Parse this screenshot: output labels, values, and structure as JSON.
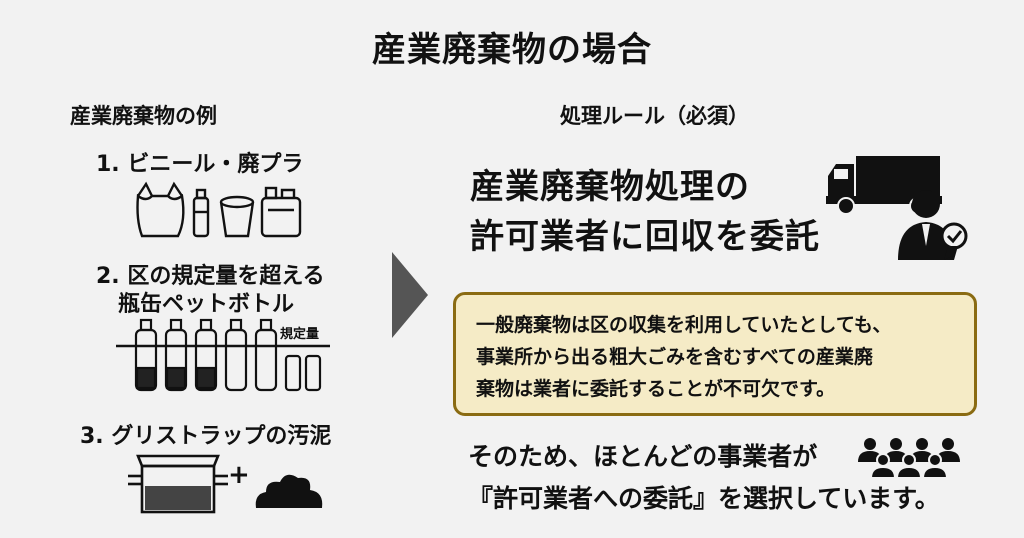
{
  "title": "産業廃棄物の場合",
  "left": {
    "heading": "産業廃棄物の例",
    "items": [
      {
        "label": "1. ビニール・廃プラ"
      },
      {
        "label_line1": "2. 区の規定量を超える",
        "label_line2": "瓶缶ペットボトル",
        "limit_label": "規定量"
      },
      {
        "label": "3. グリストラップの汚泥",
        "plus": "+"
      }
    ]
  },
  "right": {
    "heading": "処理ルール（必須）",
    "big_line1": "産業廃棄物処理の",
    "big_line2": "許可業者に回収を委託",
    "note_line1": "一般廃棄物は区の収集を利用していたとしても、",
    "note_line2": "事業所から出る粗大ごみを含むすべての産業廃",
    "note_line3": "棄物は業者に委託することが不可欠です。",
    "bottom_line1": "そのため、ほとんどの事業者が",
    "bottom_line2": "『許可業者への委託』を選択しています。"
  },
  "colors": {
    "background": "#f2f2f2",
    "note_fill": "#f5ebc6",
    "note_border": "#8a6b12",
    "arrow": "#555555"
  },
  "icons": [
    "plastic-bag-icon",
    "bottle-icon",
    "bucket-icon",
    "jerrycan-icon",
    "pet-bottles-icon",
    "cans-icon",
    "grease-trap-icon",
    "sludge-icon",
    "garbage-truck-icon",
    "businessman-certificate-icon",
    "people-group-icon",
    "arrow-right-icon"
  ]
}
